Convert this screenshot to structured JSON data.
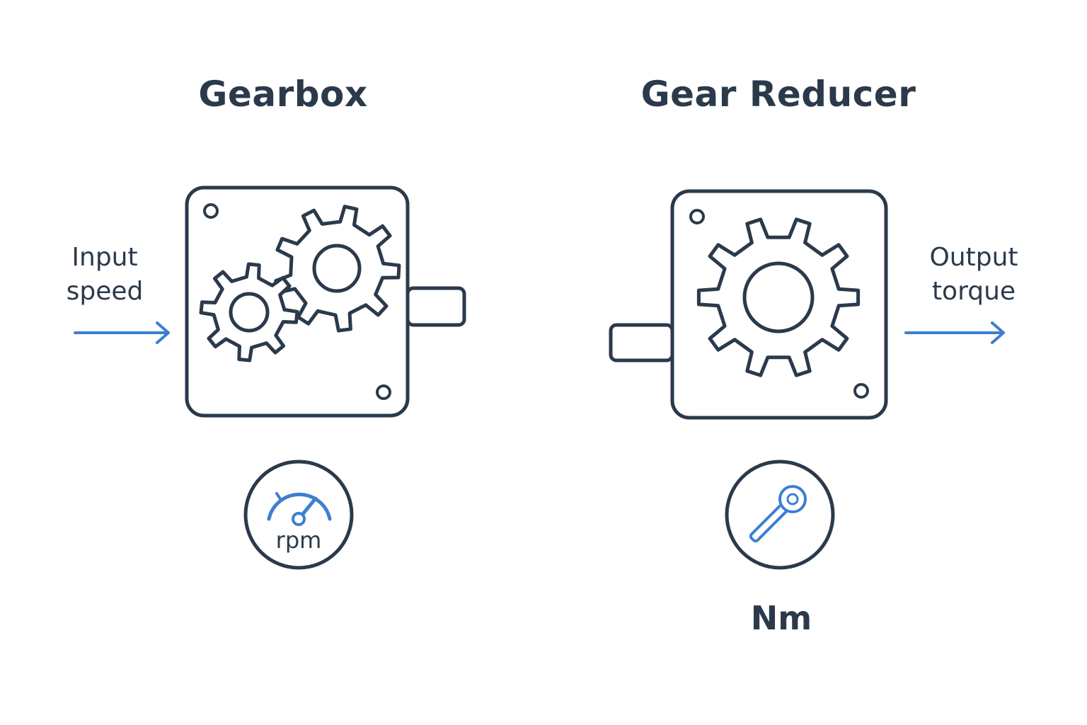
{
  "colors": {
    "ink": "#2b3a4b",
    "accent": "#3d7fd0",
    "background": "#ffffff"
  },
  "left_panel": {
    "title": "Gearbox",
    "input_label_line1": "Input",
    "input_label_line2": "speed",
    "unit_icon": "speedometer-icon",
    "unit_label": "rpm"
  },
  "right_panel": {
    "title": "Gear Reducer",
    "output_label_line1": "Output",
    "output_label_line2": "torque",
    "unit_icon": "wrench-icon",
    "unit_label": "Nm"
  }
}
